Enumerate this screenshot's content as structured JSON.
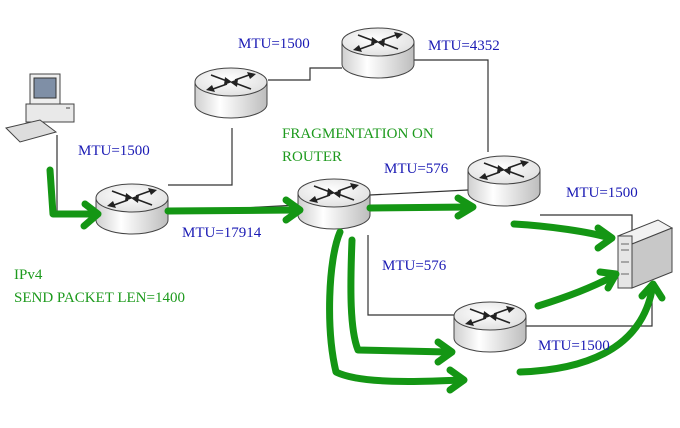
{
  "labels": {
    "mtu_r1_host": "MTU=1500",
    "mtu_r1_r2": "MTU=17914",
    "mtu_top_left": "MTU=1500",
    "mtu_top_right": "MTU=4352",
    "mtu_r2_r3": "MTU=576",
    "mtu_r2_r4": "MTU=576",
    "mtu_r3_server": "MTU=1500",
    "mtu_r4_server": "MTU=1500",
    "fragmentation_line1": "FRAGMENTATION ON",
    "fragmentation_line2": "ROUTER",
    "ip_version": "IPv4",
    "send_packet": "SEND PACKET LEN=1400"
  },
  "colors": {
    "label_blue": "#1a1ab4",
    "label_green": "#1d9a1d",
    "flow_green": "#149614",
    "link_gray": "#333333"
  }
}
